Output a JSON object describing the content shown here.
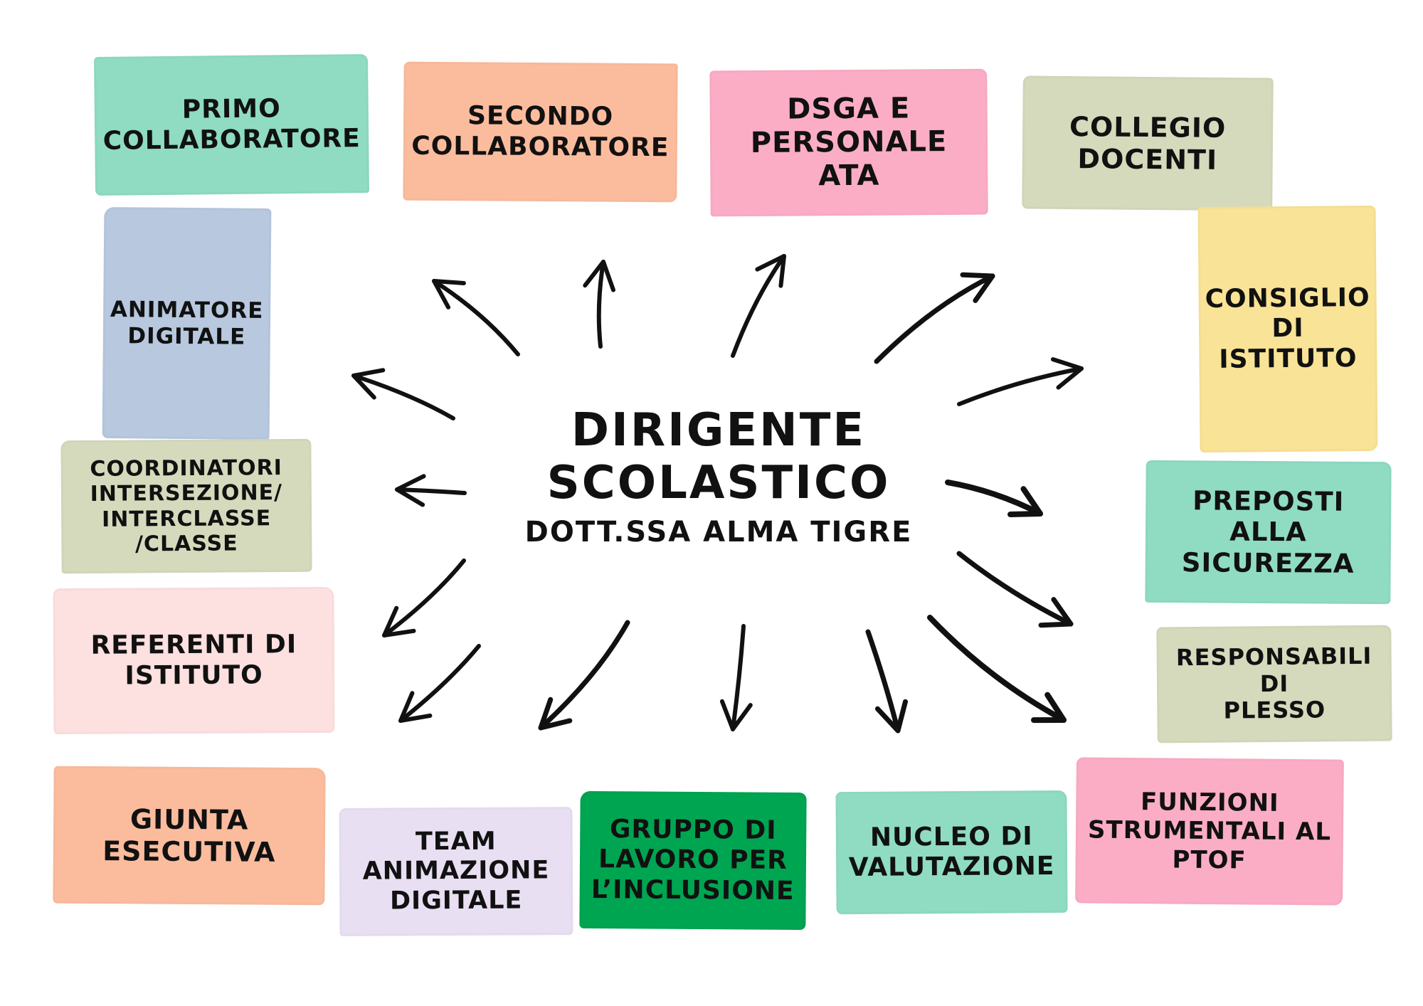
{
  "center": {
    "title_line1": "DIRIGENTE",
    "title_line2": "SCOLASTICO",
    "subtitle": "DOTT.SSA ALMA TIGRE"
  },
  "colors": {
    "mint": "#8fdcc2",
    "peach": "#fbbc9e",
    "pink": "#fbadc6",
    "sage": "#d6dabc",
    "yellow": "#f9e396",
    "blue": "#b7c8df",
    "blush": "#fde0e0",
    "lavender": "#e9dff3",
    "green": "#00a552",
    "ink": "#111111"
  },
  "nodes": [
    {
      "id": "primo-collaboratore",
      "label": "PRIMO\nCOLLABORATORE"
    },
    {
      "id": "secondo-collaboratore",
      "label": "SECONDO\nCOLLABORATORE"
    },
    {
      "id": "dsga-personale-ata",
      "label": "DSGA E\nPERSONALE ATA"
    },
    {
      "id": "collegio-docenti",
      "label": "COLLEGIO\nDOCENTI"
    },
    {
      "id": "consiglio-istituto",
      "label": "CONSIGLIO\nDI ISTITUTO"
    },
    {
      "id": "animatore-digitale",
      "label": "ANIMATORE\nDIGITALE"
    },
    {
      "id": "coordinatori",
      "label": "COORDINATORI\nINTERSEZIONE/\nINTERCLASSE\n/CLASSE"
    },
    {
      "id": "preposti-sicurezza",
      "label": "PREPOSTI\nALLA\nSICUREZZA"
    },
    {
      "id": "referenti-istituto",
      "label": "REFERENTI DI\nISTITUTO"
    },
    {
      "id": "responsabili-plesso",
      "label": "RESPONSABILI DI\nPLESSO"
    },
    {
      "id": "giunta-esecutiva",
      "label": "GIUNTA\nESECUTIVA"
    },
    {
      "id": "team-animazione-digitale",
      "label": "TEAM\nANIMAZIONE\nDIGITALE"
    },
    {
      "id": "gruppo-lavoro-inclusione",
      "label": "GRUPPO DI\nLAVORO PER\nL’INCLUSIONE"
    },
    {
      "id": "nucleo-valutazione",
      "label": "NUCLEO DI\nVALUTAZIONE"
    },
    {
      "id": "funzioni-strumentali",
      "label": "FUNZIONI\nSTRUMENTALI AL\nPTOF"
    }
  ]
}
